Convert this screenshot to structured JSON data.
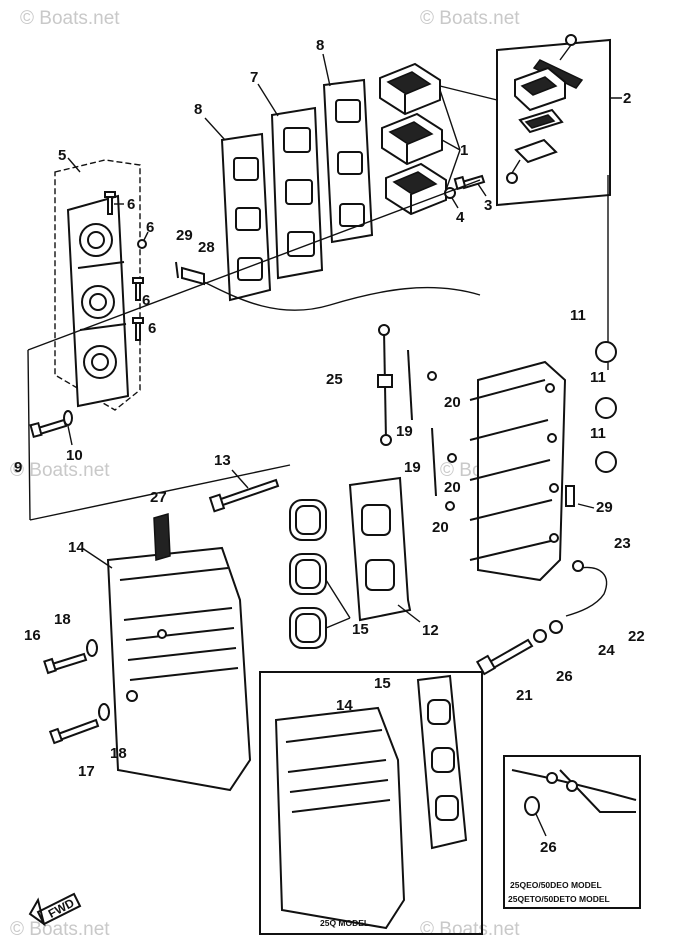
{
  "watermarks": {
    "top_left": "© Boats.net",
    "top_right": "© Boats.net",
    "mid_left": "© Boats.net",
    "mid_right": "© Boats.net",
    "bottom_left": "© Boats.net",
    "bottom_right": "© Boats.net"
  },
  "callouts": {
    "p1": "1",
    "p2": "2",
    "p3": "3",
    "p4": "4",
    "p5": "5",
    "p6a": "6",
    "p6b": "6",
    "p6c": "6",
    "p6d": "6",
    "p7": "7",
    "p8a": "8",
    "p8b": "8",
    "p9": "9",
    "p10": "10",
    "p11a": "11",
    "p11b": "11",
    "p11c": "11",
    "p12": "12",
    "p13": "13",
    "p14a": "14",
    "p14b": "14",
    "p15a": "15",
    "p15b": "15",
    "p16": "16",
    "p17": "17",
    "p18a": "18",
    "p18b": "18",
    "p19a": "19",
    "p19b": "19",
    "p20a": "20",
    "p20b": "20",
    "p20c": "20",
    "p21": "21",
    "p22": "22",
    "p23": "23",
    "p24": "24",
    "p25": "25",
    "p26a": "26",
    "p26b": "26",
    "p27": "27",
    "p28": "28",
    "p29a": "29",
    "p29b": "29"
  },
  "insets": {
    "model_line1": "25QEO/50DEO MODEL",
    "model_line2": "25QETO/50DETO MODEL",
    "model_25q": "25Q MODEL"
  },
  "fwd_label": "FWD"
}
